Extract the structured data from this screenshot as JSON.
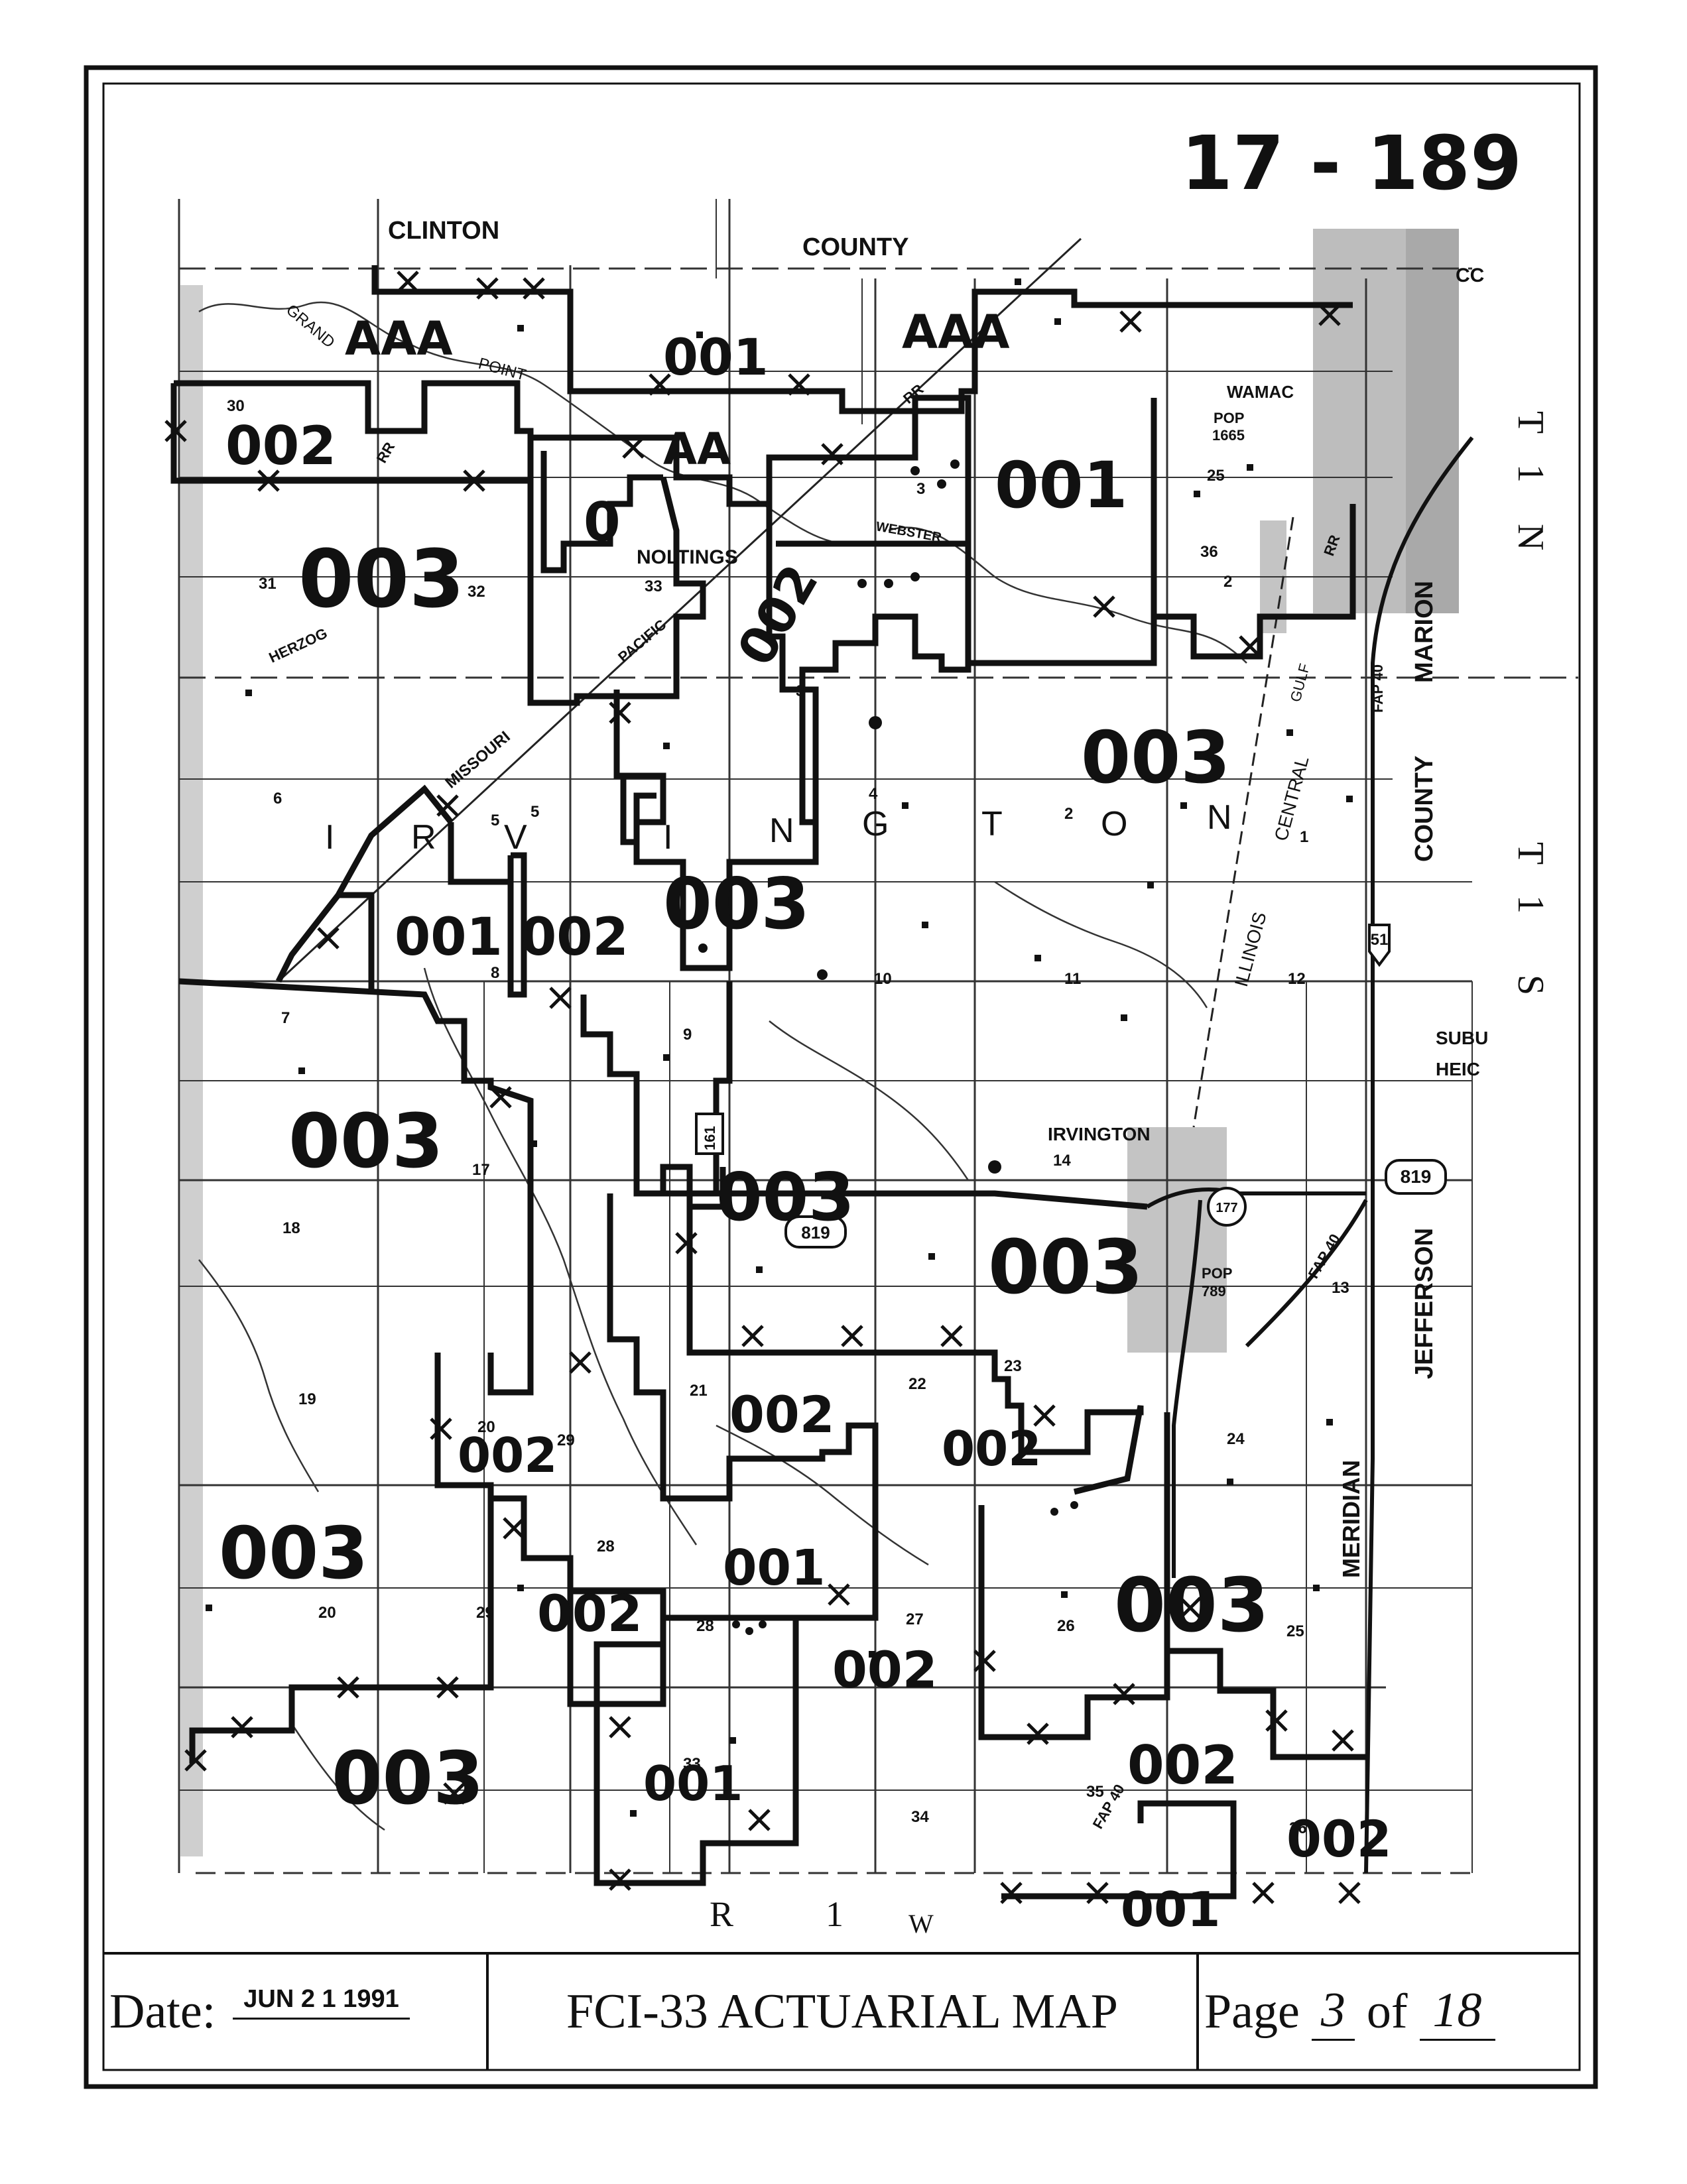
{
  "map_number": "17 - 189",
  "labels": {
    "clinton": "CLINTON",
    "county_top": "COUNTY",
    "marion": "MARION",
    "county_right": "COUNTY",
    "jefferson": "JEFFERSON",
    "meridian": "MERIDIAN",
    "grand": "GRAND",
    "point": "POINT",
    "wamac": "WAMAC",
    "wamac_pop": "POP",
    "wamac_pop_val": "1665",
    "noltings": "NOLTINGS",
    "webster": "WEBSTER",
    "herzog": "HERZOG",
    "missouri": "MISSOURI",
    "pacific": "PACIFIC",
    "rr1": "RR",
    "rr2": "RR",
    "rr3": "RR",
    "central": "CENTRAL",
    "illinois": "ILLINOIS",
    "gulf": "GULF",
    "irvington_big": [
      "I",
      "R",
      "V",
      "I",
      "N",
      "G",
      "T",
      "O",
      "N"
    ],
    "irvington_town": "IRVINGTON",
    "irv_pop": "POP",
    "irv_pop_val": "789",
    "suburb": "SUBU",
    "heights": "HEIC",
    "fap40a": "FAP 40",
    "fap40b": "FAP 40",
    "fap40c": "FAP 40",
    "route_819a": "819",
    "route_819b": "819",
    "route_51": "51",
    "route_161": "161",
    "route_177": "177",
    "t1n": [
      "T",
      "1",
      "N"
    ],
    "t1s": [
      "T",
      "1",
      "S"
    ],
    "r1w": [
      "R",
      "1",
      "W"
    ],
    "cc": "CC"
  },
  "sections": [
    "30",
    "31",
    "32",
    "33",
    "3",
    "2",
    "25",
    "36",
    "6",
    "5",
    "4",
    "1",
    "8",
    "9",
    "10",
    "11",
    "12",
    "7",
    "17",
    "14",
    "13",
    "18",
    "19",
    "22",
    "23",
    "24",
    "21",
    "20",
    "29",
    "28",
    "27",
    "26",
    "35",
    "34",
    "33",
    "28",
    "29",
    "25",
    "36",
    "20",
    "5",
    "2",
    "3"
  ],
  "zone_codes": [
    "AAA",
    "001",
    "AAA",
    "002",
    "AA",
    "001",
    "003",
    "002",
    "003",
    "0",
    "003",
    "003",
    "001",
    "002",
    "003",
    "003",
    "003",
    "003",
    "002",
    "002",
    "002",
    "003",
    "001",
    "002",
    "002",
    "003",
    "002",
    "001",
    "002",
    "002",
    "001"
  ],
  "footer": {
    "date_label": "Date:",
    "date_value": "JUN 2 1 1991",
    "title": "FCI-33 ACTUARIAL MAP",
    "page_label": "Page",
    "page_number": "3",
    "page_of": "of",
    "page_total": "18"
  }
}
